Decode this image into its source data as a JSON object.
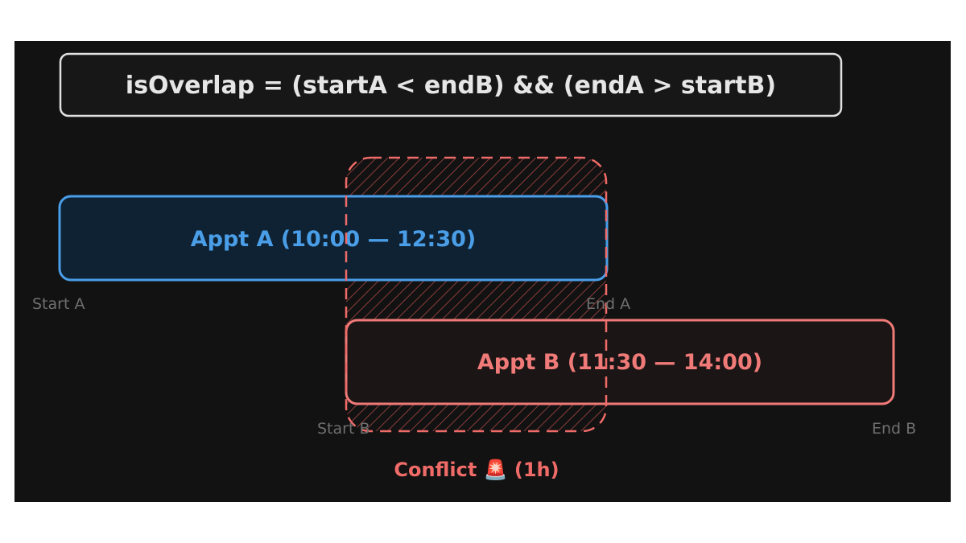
{
  "formula": "isOverlap = (startA < endB) && (endA > startB)",
  "appointments": {
    "a": {
      "label": "Appt A  (10:00 — 12:30)",
      "start_label": "Start A",
      "end_label": "End A"
    },
    "b": {
      "label": "Appt B  (11:30 — 14:00)",
      "start_label": "Start B",
      "end_label": "End B"
    }
  },
  "conflict": {
    "label": "Conflict 🚨 (1h)"
  },
  "colors": {
    "background": "#121212",
    "appt_a": "#4a9ee8",
    "appt_a_fill": "#0f2233",
    "appt_b": "#ef7a78",
    "appt_b_fill": "#1c1515",
    "conflict": "#ef6b68",
    "formula_border": "#e0e0e0"
  }
}
